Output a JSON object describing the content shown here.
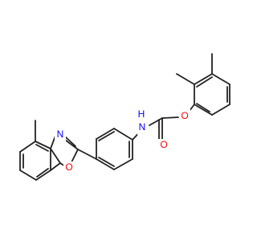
{
  "molecule": {
    "atoms": [
      {
        "id": "O_ether",
        "label": "O",
        "color": "#ff0000"
      },
      {
        "id": "O_carbonyl",
        "label": "O",
        "color": "#ff0000"
      },
      {
        "id": "N_amide",
        "label": "N",
        "color": "#0000ff"
      },
      {
        "id": "H_amide",
        "label": "H",
        "color": "#0000ff"
      },
      {
        "id": "N_oxazole",
        "label": "N",
        "color": "#0000ff"
      },
      {
        "id": "O_oxazole",
        "label": "O",
        "color": "#ff0000"
      }
    ]
  }
}
